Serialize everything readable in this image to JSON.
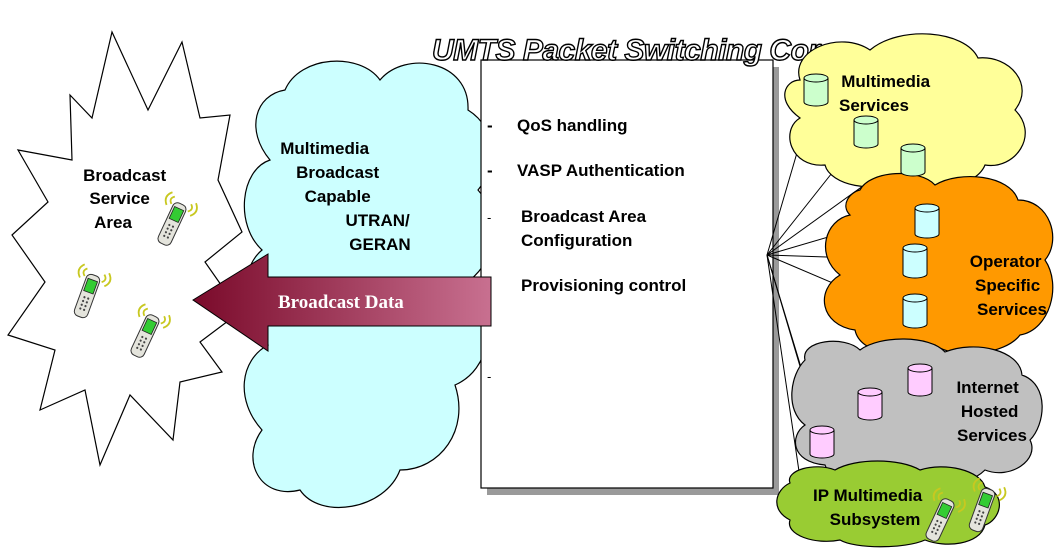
{
  "core": {
    "title": "UMTS Packet Switching Core",
    "items": [
      {
        "bullet": "-",
        "text": "QoS handling"
      },
      {
        "bullet": "-",
        "text": "VASP Authentication"
      },
      {
        "bullet": "-",
        "text": "Broadcast Area",
        "text2": "Configuration"
      },
      {
        "bullet": "-",
        "text": "Provisioning control"
      },
      {
        "bullet": "-",
        "text": ""
      }
    ]
  },
  "broadcast_area": {
    "lines": [
      "Broadcast",
      "Service",
      "Area"
    ]
  },
  "ran": {
    "lines": [
      "Multimedia",
      "Broadcast",
      "Capable",
      "UTRAN/",
      "GERAN"
    ]
  },
  "arrow": {
    "label": "Broadcast Data"
  },
  "services": {
    "multimedia": {
      "lines": [
        "Multimedia",
        "Services"
      ],
      "color": "#ffff99"
    },
    "operator": {
      "lines": [
        "Operator",
        "Specific",
        "Services"
      ],
      "color": "#ff9900"
    },
    "internet": {
      "lines": [
        "Internet",
        "Hosted",
        "Services"
      ],
      "color": "#c0c0c0"
    },
    "ims": {
      "lines": [
        "IP Multimedia",
        "Subsystem"
      ],
      "color": "#99cc33"
    }
  },
  "colors": {
    "ran_cloud": "#ccffff",
    "arrow_dark": "#7a0a2a",
    "arrow_light": "#c87090",
    "db_green": "#ccffcc",
    "db_cyan": "#ccffff",
    "db_pink": "#ffccff"
  }
}
